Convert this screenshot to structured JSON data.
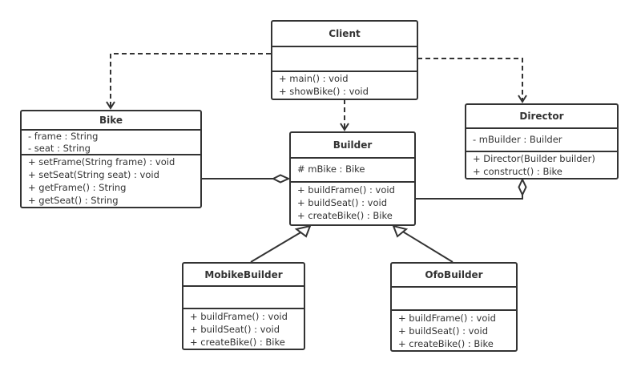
{
  "classes": {
    "client": {
      "name": "Client",
      "attributes": [],
      "methods": [
        "+ main() : void",
        "+ showBike() : void"
      ]
    },
    "bike": {
      "name": "Bike",
      "attributes": [
        "- frame : String",
        "- seat : String"
      ],
      "methods": [
        "+ setFrame(String frame) : void",
        "+ setSeat(String seat) : void",
        "+ getFrame() : String",
        "+ getSeat() : String"
      ]
    },
    "builder": {
      "name": "Builder",
      "attributes": [
        "# mBike : Bike"
      ],
      "methods": [
        "+ buildFrame() : void",
        "+ buildSeat() : void",
        "+ createBike() : Bike"
      ]
    },
    "director": {
      "name": "Director",
      "attributes": [
        "- mBuilder : Builder"
      ],
      "methods": [
        "+ Director(Builder builder)",
        "+ construct() : Bike"
      ]
    },
    "mobike": {
      "name": "MobikeBuilder",
      "attributes": [],
      "methods": [
        "+ buildFrame() : void",
        "+ buildSeat() : void",
        "+ createBike() : Bike"
      ]
    },
    "ofo": {
      "name": "OfoBuilder",
      "attributes": [],
      "methods": [
        "+ buildFrame() : void",
        "+ buildSeat() : void",
        "+ createBike() : Bike"
      ]
    }
  },
  "relations": [
    {
      "from": "Client",
      "to": "Bike",
      "type": "dependency"
    },
    {
      "from": "Client",
      "to": "Builder",
      "type": "dependency"
    },
    {
      "from": "Client",
      "to": "Director",
      "type": "dependency"
    },
    {
      "from": "Bike",
      "to": "Builder",
      "type": "aggregation"
    },
    {
      "from": "Builder",
      "to": "Director",
      "type": "aggregation"
    },
    {
      "from": "MobikeBuilder",
      "to": "Builder",
      "type": "generalization"
    },
    {
      "from": "OfoBuilder",
      "to": "Builder",
      "type": "generalization"
    }
  ],
  "colors": {
    "stroke": "#333333",
    "background": "#ffffff"
  }
}
